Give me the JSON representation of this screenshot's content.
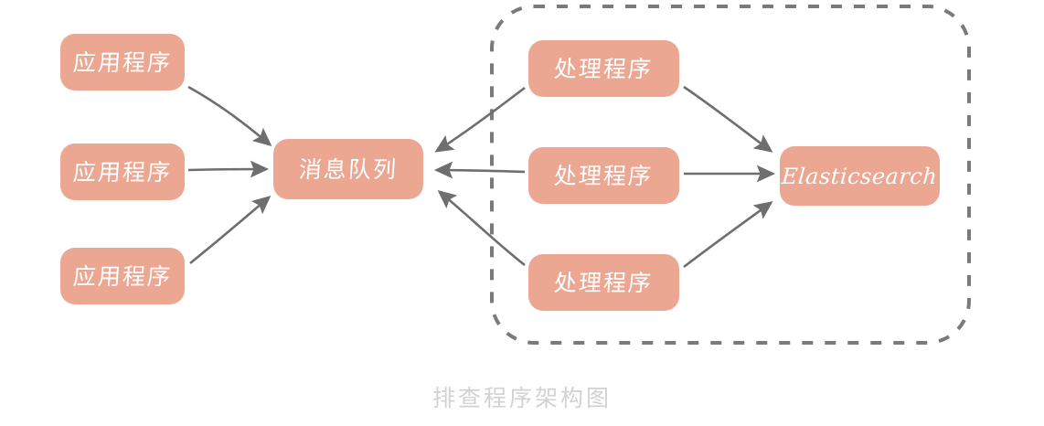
{
  "diagram": {
    "caption": "排查程序架构图",
    "caption_color": "#d2d2d2",
    "background_color": "#ffffff",
    "node_fill_color": "#eca793",
    "node_text_color": "#ffffff",
    "arrow_color": "#6e6e6e",
    "group_border_color": "#7a7a7a",
    "group_border_style": "dashed",
    "nodes": [
      {
        "id": "app-1",
        "label": "应用程序",
        "script": "cjk"
      },
      {
        "id": "app-2",
        "label": "应用程序",
        "script": "cjk"
      },
      {
        "id": "app-3",
        "label": "应用程序",
        "script": "cjk"
      },
      {
        "id": "mq",
        "label": "消息队列",
        "script": "cjk"
      },
      {
        "id": "h-1",
        "label": "处理程序",
        "script": "cjk"
      },
      {
        "id": "h-2",
        "label": "处理程序",
        "script": "cjk"
      },
      {
        "id": "h-3",
        "label": "处理程序",
        "script": "cjk"
      },
      {
        "id": "es",
        "label": "Elasticsearch",
        "script": "latin"
      }
    ],
    "edges": [
      {
        "from": "app-1",
        "to": "mq",
        "direction": "forward"
      },
      {
        "from": "app-2",
        "to": "mq",
        "direction": "forward"
      },
      {
        "from": "app-3",
        "to": "mq",
        "direction": "forward"
      },
      {
        "from": "h-1",
        "to": "mq",
        "direction": "forward"
      },
      {
        "from": "h-2",
        "to": "mq",
        "direction": "forward"
      },
      {
        "from": "h-3",
        "to": "mq",
        "direction": "forward"
      },
      {
        "from": "h-1",
        "to": "es",
        "direction": "forward"
      },
      {
        "from": "h-2",
        "to": "es",
        "direction": "forward"
      },
      {
        "from": "h-3",
        "to": "es",
        "direction": "forward"
      }
    ],
    "group": {
      "name": "handler-group",
      "members": [
        "h-1",
        "h-2",
        "h-3",
        "es"
      ]
    }
  }
}
